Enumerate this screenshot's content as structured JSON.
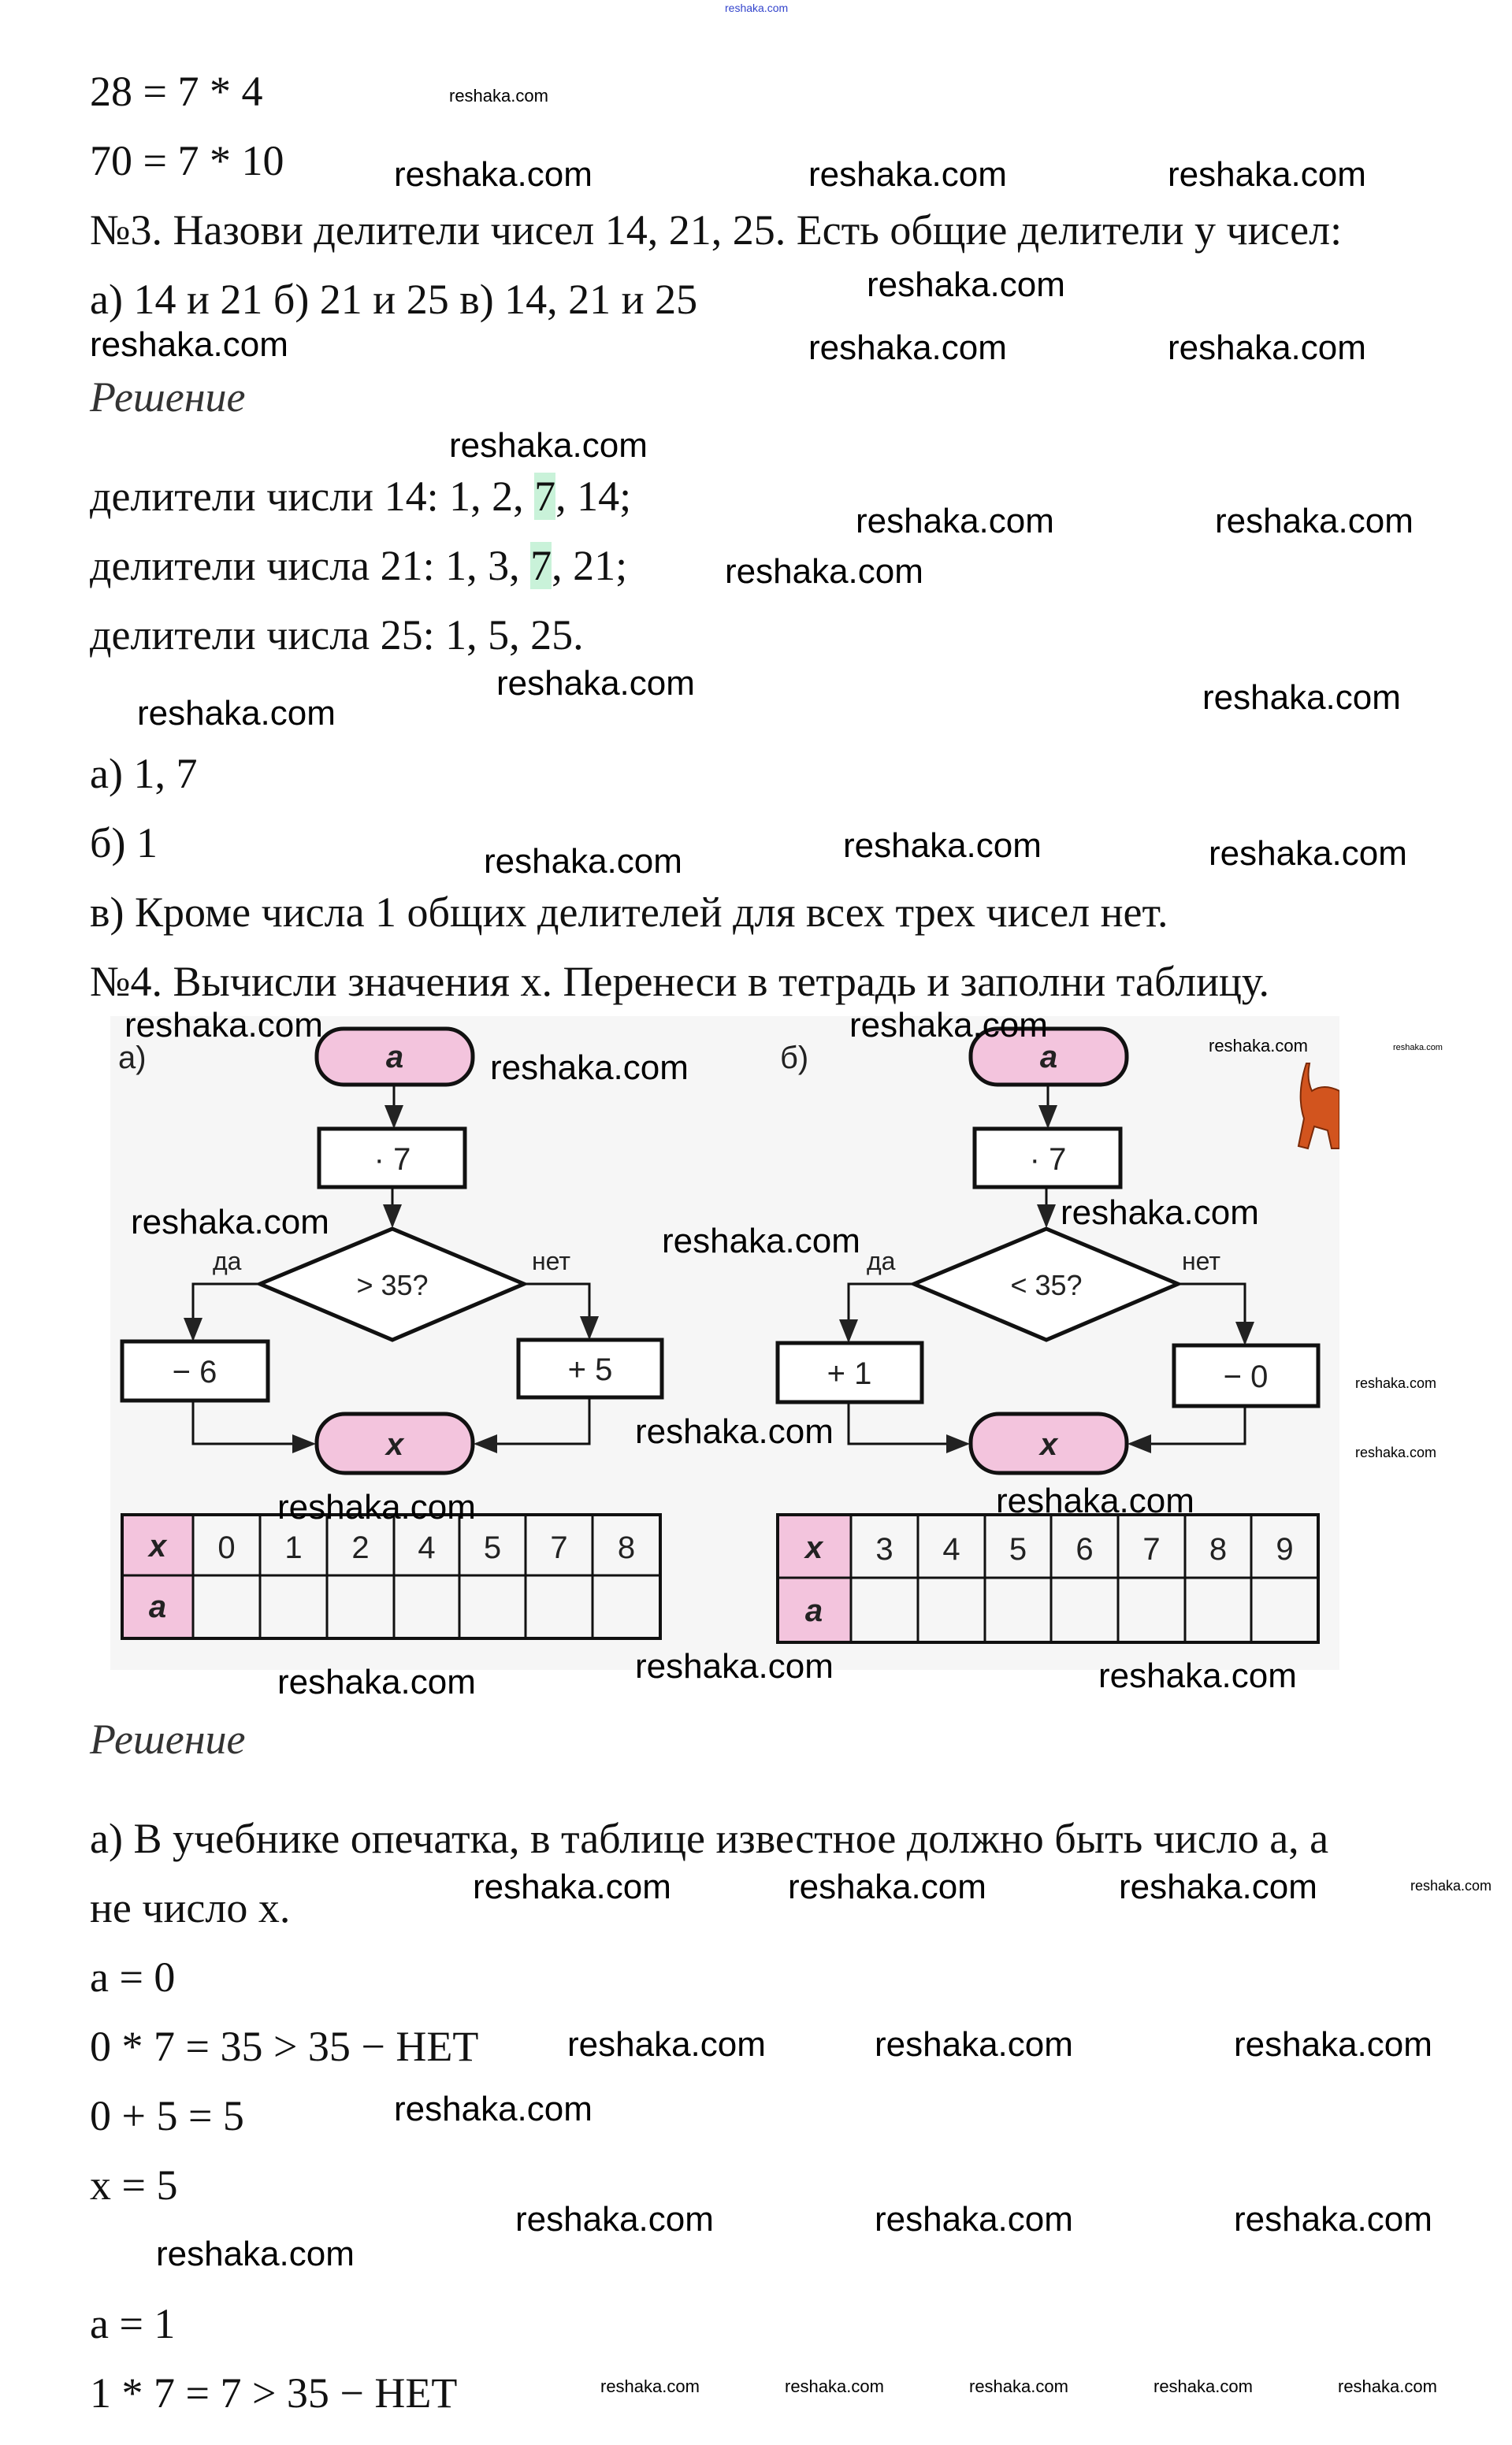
{
  "watermark": "reshaka.com",
  "lines": {
    "l1": "28 = 7 * 4",
    "l2": "70 = 7 * 10",
    "task3": "№3. Назови делители чисел 14, 21, 25. Есть общие делители у чисел:",
    "task3_options": "а) 14 и 21   б) 21 и 25   в) 14, 21 и 25",
    "solution_label": "Решение",
    "d14_pre": "делители числи 14: 1, 2, ",
    "d14_hl": "7",
    "d14_post": ", 14;",
    "d21_pre": "делители числа 21: 1, 3, ",
    "d21_hl": "7",
    "d21_post": ", 21;",
    "d25": "делители числа 25: 1, 5, 25.",
    "ans_a": "а) 1, 7",
    "ans_b": "б) 1",
    "ans_v": "в) Кроме числа 1 общих делителей для всех трех чисел нет.",
    "task4": "№4. Вычисли значения x. Перенеси в тетрадь и заполни таблицу.",
    "solution_label2": "Решение",
    "sol_a1": "а) В учебнике опечатка, в таблице известное должно быть число а, а",
    "sol_a2": "не число x.",
    "a0": "a = 0",
    "a0_calc": "0 * 7 = 35 > 35 − НЕТ",
    "a0_calc2": "0 + 5 = 5",
    "x5": "x = 5",
    "a1": "a = 1",
    "a1_calc": "1 * 7 = 7 > 35 − НЕТ"
  },
  "diagram": {
    "a": {
      "label": "а)",
      "start": "a",
      "mult": "· 7",
      "cond": "> 35?",
      "yes": "да",
      "no": "нет",
      "yes_op": "− 6",
      "no_op": "+ 5",
      "end": "x",
      "table_x_header": "x",
      "table_a_header": "a",
      "x_values": [
        "0",
        "1",
        "2",
        "4",
        "5",
        "7",
        "8"
      ]
    },
    "b": {
      "label": "б)",
      "start": "a",
      "mult": "· 7",
      "cond": "< 35?",
      "yes": "да",
      "no": "нет",
      "yes_op": "+ 1",
      "no_op": "− 0",
      "end": "x",
      "table_x_header": "x",
      "table_a_header": "a",
      "x_values": [
        "3",
        "4",
        "5",
        "6",
        "7",
        "8",
        "9"
      ]
    }
  }
}
